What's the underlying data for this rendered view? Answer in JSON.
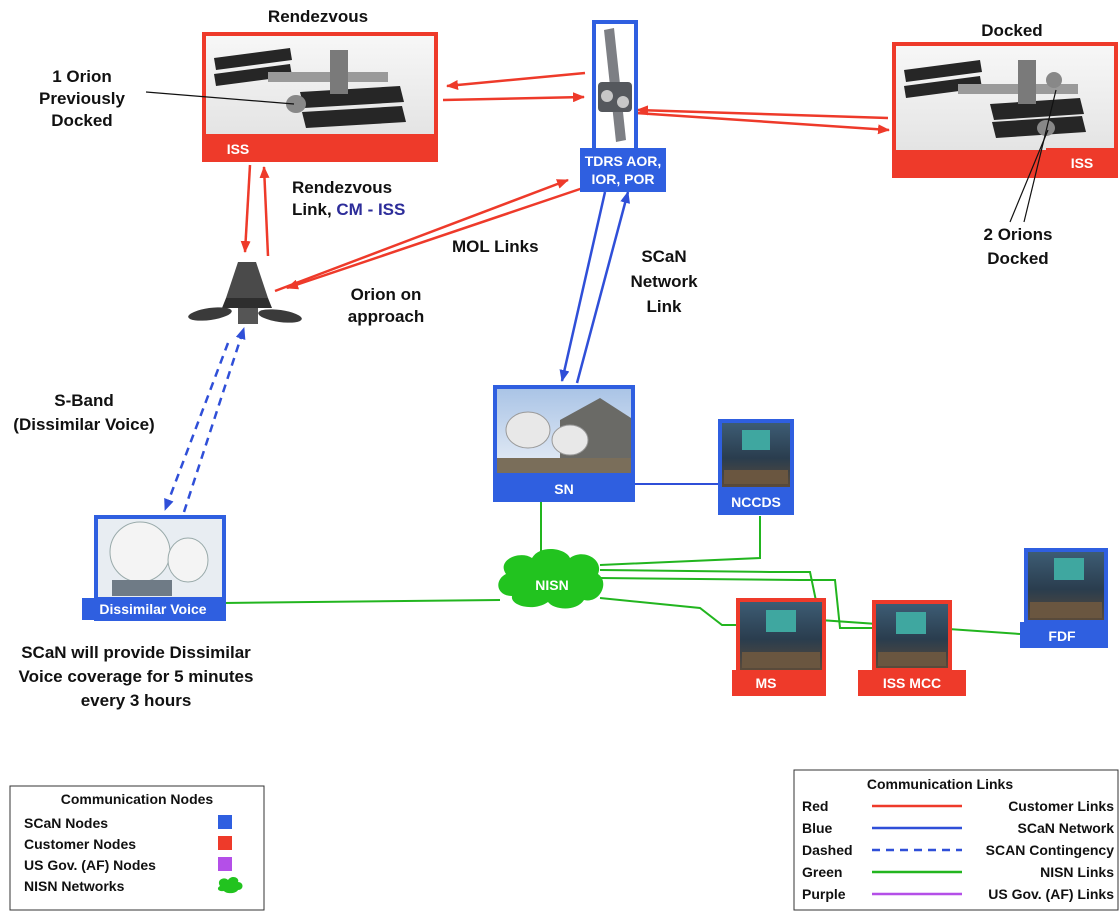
{
  "labels": {
    "rendezvous": "Rendezvous",
    "docked": "Docked",
    "orion_prev_1": "1 Orion",
    "orion_prev_2": "Previously",
    "orion_prev_3": "Docked",
    "rdv_link_1": "Rendezvous",
    "rdv_link_2a": "Link, ",
    "rdv_link_2b": "CM - ISS",
    "mol_links": "MOL Links",
    "orion_approach_1": "Orion on",
    "orion_approach_2": "approach",
    "scan_link_1": "SCaN",
    "scan_link_2": "Network",
    "scan_link_3": "Link",
    "two_orions_1": "2 Orions",
    "two_orions_2": "Docked",
    "sband_1": "S-Band",
    "sband_2": "(Dissimilar Voice)",
    "coverage_1": "SCaN will provide Dissimilar",
    "coverage_2": "Voice coverage for 5 minutes",
    "coverage_3": "every 3 hours"
  },
  "nodes": {
    "iss_left": "ISS",
    "iss_right": "ISS",
    "tdrs_1": "TDRS  AOR,",
    "tdrs_2": "IOR, POR",
    "sn": "SN",
    "nccds": "NCCDS",
    "dissimilar_voice": "Dissimilar Voice",
    "nisn": "NISN",
    "ms": "MS",
    "iss_mcc": "ISS MCC",
    "fdf": "FDF"
  },
  "legend_nodes": {
    "title": "Communication Nodes",
    "items": [
      {
        "label": "SCaN Nodes",
        "color": "#2f5fe0",
        "shape": "square"
      },
      {
        "label": "Customer Nodes",
        "color": "#ee3a2a",
        "shape": "square"
      },
      {
        "label": "US Gov. (AF)  Nodes",
        "color": "#b44fe8",
        "shape": "square"
      },
      {
        "label": "NISN Networks",
        "color": "#22c31f",
        "shape": "cloud"
      }
    ]
  },
  "legend_links": {
    "title": "Communication Links",
    "items": [
      {
        "key": "Red",
        "desc": "Customer Links",
        "color": "#ee3a2a",
        "dashed": false
      },
      {
        "key": "Blue",
        "desc": "SCaN Network",
        "color": "#2f4fd8",
        "dashed": false
      },
      {
        "key": "Dashed",
        "desc": "SCAN Contingency",
        "color": "#2f4fd8",
        "dashed": true
      },
      {
        "key": "Green",
        "desc": "NISN Links",
        "color": "#22b51f",
        "dashed": false
      },
      {
        "key": "Purple",
        "desc": "US Gov. (AF)  Links",
        "color": "#b44fe8",
        "dashed": false
      }
    ]
  },
  "colors": {
    "customer": "#ee3a2a",
    "scan": "#2f4fd8",
    "nisn": "#22b51f",
    "cm_iss_text": "#2d2d9a"
  }
}
